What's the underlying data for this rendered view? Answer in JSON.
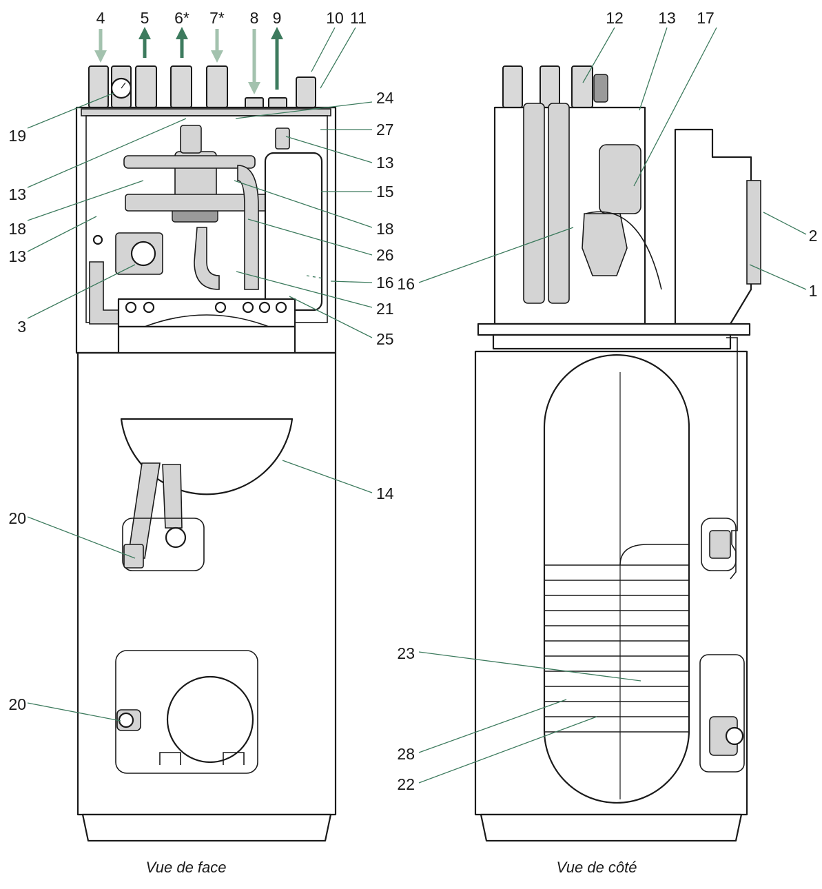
{
  "captions": {
    "front": "Vue de face",
    "side": "Vue de côté"
  },
  "front_top_labels": [
    {
      "id": "4",
      "text": "4",
      "arrow": "in"
    },
    {
      "id": "5",
      "text": "5",
      "arrow": "out"
    },
    {
      "id": "6",
      "text": "6*",
      "arrow": "out"
    },
    {
      "id": "7",
      "text": "7*",
      "arrow": "in"
    },
    {
      "id": "8",
      "text": "8",
      "arrow": "in"
    },
    {
      "id": "9",
      "text": "9",
      "arrow": "out"
    },
    {
      "id": "10",
      "text": "10"
    },
    {
      "id": "11",
      "text": "11"
    }
  ],
  "front_left_labels": [
    "19",
    "13",
    "18",
    "13",
    "3",
    "20",
    "20"
  ],
  "front_right_labels": [
    "24",
    "27",
    "13",
    "15",
    "18",
    "26",
    "16",
    "21",
    "25",
    "14"
  ],
  "side_top_labels": [
    "12",
    "13",
    "17"
  ],
  "side_right_labels": [
    "2",
    "1"
  ],
  "side_left_labels": [
    "16",
    "23",
    "28",
    "22"
  ],
  "colors": {
    "arrow_in": "#a3c2ae",
    "arrow_out": "#3d7b5e",
    "leader": "#3d7b5e",
    "outline": "#1a1a1a",
    "grey_fill": "#d4d4d4"
  }
}
